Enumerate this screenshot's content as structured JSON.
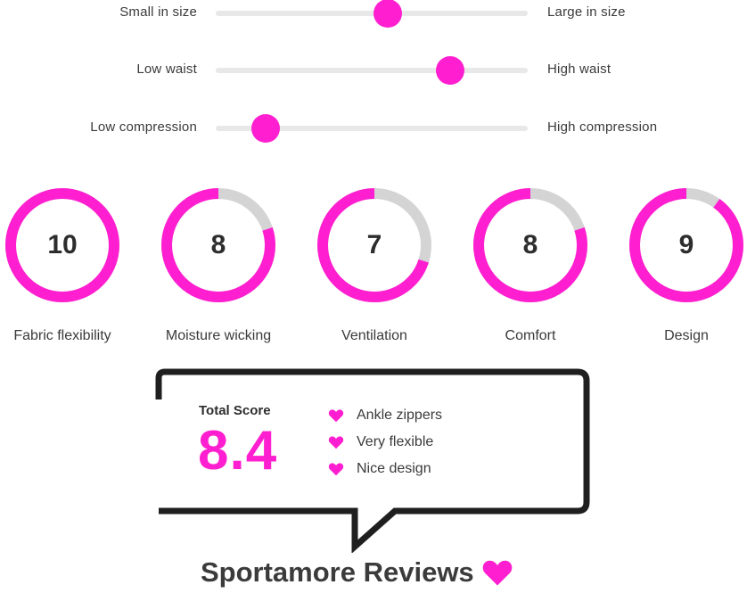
{
  "colors": {
    "accent": "#ff1fd0",
    "track": "#e8e8e8",
    "ring_bg": "#d4d4d4"
  },
  "sliders": [
    {
      "left_label": "Small in size",
      "right_label": "Large in size",
      "level": 0.55
    },
    {
      "left_label": "Low waist",
      "right_label": "High waist",
      "level": 0.75
    },
    {
      "left_label": "Low compression",
      "right_label": "High compression",
      "level": 0.16
    }
  ],
  "ratings": {
    "max": 10,
    "items": [
      {
        "label": "Fabric flexibility",
        "score": 10
      },
      {
        "label": "Moisture wicking",
        "score": 8
      },
      {
        "label": "Ventilation",
        "score": 7
      },
      {
        "label": "Comfort",
        "score": 8
      },
      {
        "label": "Design",
        "score": 9
      }
    ]
  },
  "summary": {
    "total_label": "Total Score",
    "total_value": "8.4",
    "pros": [
      {
        "text": "Ankle zippers",
        "icon": "heart-icon"
      },
      {
        "text": "Very flexible",
        "icon": "heart-icon"
      },
      {
        "text": "Nice design",
        "icon": "heart-icon"
      }
    ]
  },
  "footer": {
    "brand": "Sportamore Reviews",
    "icon": "heart-icon"
  }
}
